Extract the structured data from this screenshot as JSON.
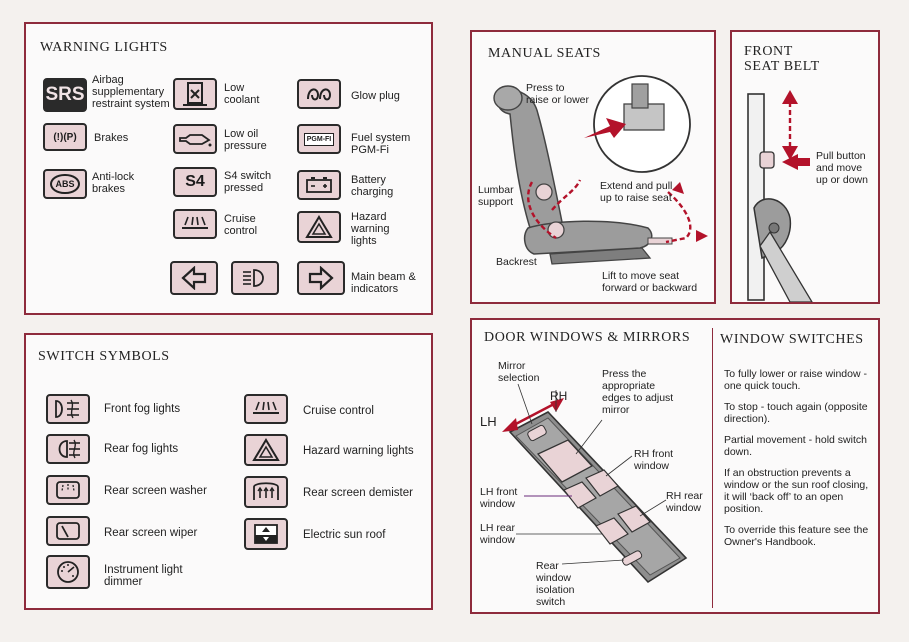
{
  "warning_lights": {
    "title": "WARNING LIGHTS",
    "items": [
      {
        "icon_text": "SRS",
        "label": "Airbag\nsupplementary\nrestraint system"
      },
      {
        "icon_text": "(!)(P)",
        "label": "Brakes"
      },
      {
        "icon_text": "ABS",
        "label": "Anti-lock\nbrakes"
      },
      {
        "icon_text": "",
        "label": "Low\ncoolant"
      },
      {
        "icon_text": "",
        "label": "Low oil\npressure"
      },
      {
        "icon_text": "S4",
        "label": "S4 switch\npressed"
      },
      {
        "icon_text": "",
        "label": "Cruise\ncontrol"
      },
      {
        "icon_text": "",
        "label": "Glow plug"
      },
      {
        "icon_text": "PGM-FI",
        "label": "Fuel system\nPGM-Fi"
      },
      {
        "icon_text": "",
        "label": "Battery\ncharging"
      },
      {
        "icon_text": "",
        "label": "Hazard\nwarning\nlights"
      },
      {
        "icon_text": "",
        "label": "Main beam &\nindicators"
      }
    ]
  },
  "switch_symbols": {
    "title": "SWITCH SYMBOLS",
    "items": [
      {
        "label": "Front fog lights"
      },
      {
        "label": "Rear fog lights"
      },
      {
        "label": "Rear screen washer"
      },
      {
        "label": "Rear screen wiper"
      },
      {
        "label": "Instrument light\ndimmer"
      },
      {
        "label": "Cruise control"
      },
      {
        "label": "Hazard warning lights"
      },
      {
        "label": "Rear screen demister"
      },
      {
        "label": "Electric sun roof"
      }
    ]
  },
  "manual_seats": {
    "title": "MANUAL SEATS",
    "labels": {
      "press": "Press to\nraise or lower",
      "lumbar": "Lumbar\nsupport",
      "extend": "Extend and pull\nup to raise seat",
      "backrest": "Backrest",
      "lift": "Lift to move seat\nforward or backward"
    }
  },
  "front_seat_belt": {
    "title": "FRONT\nSEAT BELT",
    "label": "Pull button\nand move\nup or down"
  },
  "door_windows": {
    "title": "DOOR WINDOWS & MIRRORS",
    "labels": {
      "mirror_selection": "Mirror\nselection",
      "lh": "LH",
      "rh": "RH",
      "press_edges": "Press the\nappropriate\nedges to adjust\nmirror",
      "rh_front": "RH front\nwindow",
      "lh_front": "LH front\nwindow",
      "rh_rear": "RH rear\nwindow",
      "lh_rear": "LH rear\nwindow",
      "isolation": "Rear\nwindow\nisolation\nswitch"
    }
  },
  "window_switches": {
    "title": "WINDOW SWITCHES",
    "paragraphs": [
      "To fully lower or raise window - one quick touch.",
      "To stop - touch again (opposite direction).",
      "Partial movement - hold switch down.",
      "If an obstruction prevents a window or the sun roof closing, it will ‘back off’ to an open position.",
      "To override this feature see the Owner's Handbook."
    ]
  },
  "colors": {
    "border": "#8e2b3c",
    "icon_fill": "#e9d3d6",
    "arrow": "#b3122a",
    "seat": "#9c9c9c"
  }
}
